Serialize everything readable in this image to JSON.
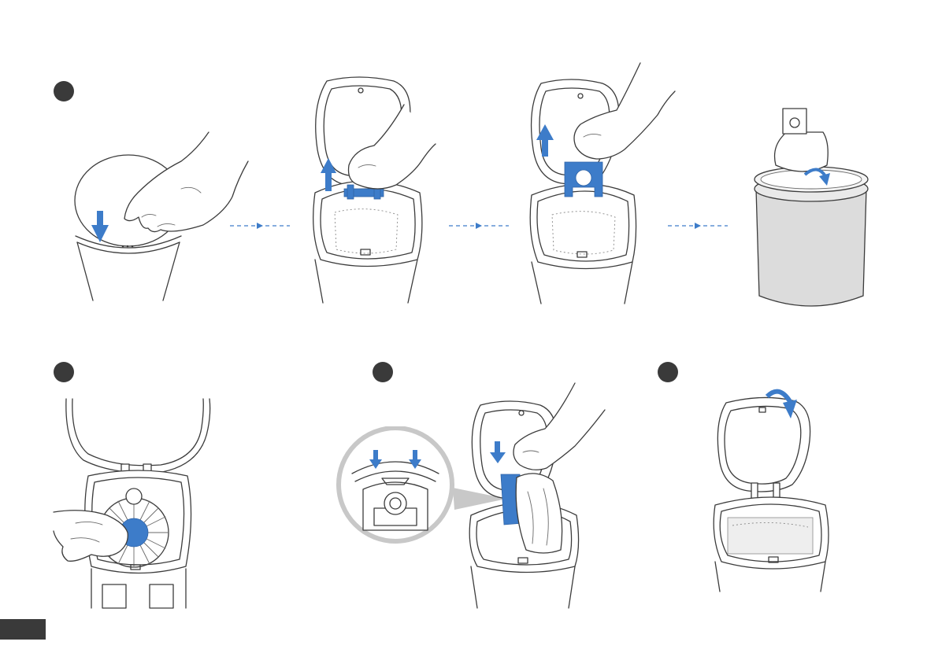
{
  "colors": {
    "accent_blue": "#3d7cc9",
    "line": "#3c3c3c",
    "step_marker": "#3a3a3a",
    "bin_fill": "#dcdcdc"
  },
  "icons": {
    "press": "down-arrow-icon",
    "lift": "up-arrow-icon",
    "flow": "dashed-right-arrow-icon",
    "close_lid": "curved-arrow-icon"
  },
  "steps": [
    {
      "id": "step-1",
      "panels": 4
    },
    {
      "id": "step-2",
      "panels": 1
    },
    {
      "id": "step-3",
      "panels": 1
    },
    {
      "id": "step-4",
      "panels": 1
    }
  ]
}
